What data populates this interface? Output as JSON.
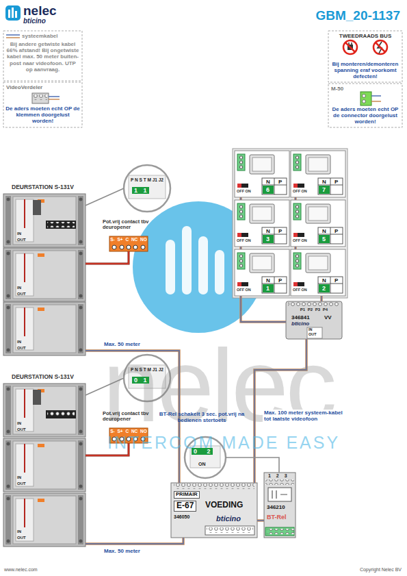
{
  "diagram": {
    "title": "GBM_20-1137",
    "nodes": [
      {
        "text": [
          "Bij andere getwiste kabel 66% afstand! Bij ongetwiste kabel max. 50 meter buiten-post naar videofoon. UTP op aanvraag."
        ]
      },
      {
        "text": [
          "VideoVerdeler",
          "De aders moeten echt OP de klemmen doorgelust worden!"
        ]
      },
      {
        "text": [
          "TWEEDRAADS BUS",
          "Bij monteren/demonteren spanning eraf voorkomt defecten!"
        ]
      },
      {
        "text": [
          "M-50",
          "De aders moeten echt OP de connector doorgelust worden!"
        ]
      },
      {
        "text": [
          "DEURSTATION S-131V",
          "IN",
          "OUT",
          "IN",
          "OUT",
          "IN",
          "OUT"
        ]
      },
      {
        "text": [
          "P N S T M J1 J2",
          "1 1"
        ]
      },
      {
        "text": [
          "Pot.vrij contact tbv deuropener",
          "S- S+ C NC NO"
        ]
      },
      {
        "text": [
          "OFF ON",
          "N",
          "P",
          "6"
        ]
      },
      {
        "text": [
          "OFF ON",
          "N",
          "P",
          "7"
        ]
      },
      {
        "text": [
          "OFF ON",
          "N",
          "P",
          "3"
        ]
      },
      {
        "text": [
          "OFF ON",
          "N",
          "P",
          "5"
        ]
      },
      {
        "text": [
          "OFF ON",
          "N",
          "P",
          "1"
        ]
      },
      {
        "text": [
          "OFF ON",
          "N",
          "P",
          "2"
        ]
      },
      {
        "text": [
          "P1 P2 P3 P4",
          "346841",
          "VV",
          "bticino",
          "IN",
          "OUT"
        ]
      },
      {
        "text": [
          "DEURSTATION S-131V",
          "IN",
          "OUT",
          "IN",
          "OUT",
          "IN",
          "OUT"
        ]
      },
      {
        "text": [
          "P N S T M J1 J2",
          "0 1"
        ]
      },
      {
        "text": [
          "Pot.vrij contact tbv deuropener",
          "S- S+ C NC NO"
        ]
      },
      {
        "text": [
          "BT-Rel schakelt 3 sec. pot.vrij na bedienen stertoets",
          "0 2",
          "ON"
        ]
      },
      {
        "text": [
          "PRIMAIR",
          "E-67",
          "VOEDING",
          "346050",
          "bticino"
        ]
      },
      {
        "text": [
          "1 2 3",
          "346210",
          "BT-Rel"
        ]
      }
    ],
    "edges": [
      {
        "from": 4,
        "to": 18,
        "arrow": "none",
        "label": "Max. 50 meter"
      },
      {
        "from": 14,
        "to": 18,
        "arrow": "none",
        "label": "Max. 50 meter"
      },
      {
        "from": 18,
        "to": 13,
        "arrow": "none",
        "label": "Max. 100 meter systeem-kabel tot laatste videofoon"
      },
      {
        "from": 13,
        "to": 11,
        "arrow": "none"
      },
      {
        "from": 11,
        "to": 9,
        "arrow": "none"
      },
      {
        "from": 9,
        "to": 7,
        "arrow": "none"
      },
      {
        "from": 13,
        "to": 12,
        "arrow": "none"
      },
      {
        "from": 12,
        "to": 10,
        "arrow": "none"
      },
      {
        "from": 10,
        "to": 8,
        "arrow": "none"
      },
      {
        "from": 19,
        "to": 18,
        "arrow": "none"
      },
      {
        "from": 4,
        "to": 6,
        "arrow": "none"
      },
      {
        "from": 14,
        "to": 16,
        "arrow": "none"
      },
      {
        "from": 5,
        "to": 4,
        "arrow": "none"
      },
      {
        "from": 15,
        "to": 14,
        "arrow": "none"
      },
      {
        "from": 17,
        "to": 19,
        "arrow": "none"
      }
    ],
    "labels": [
      "nelec",
      "bticino",
      "nelec",
      "INTERCOM MADE EASY",
      "www.nelec.com",
      "Copyright Nelec BV"
    ],
    "legend": [
      {
        "text": "systeemkabel"
      }
    ]
  }
}
